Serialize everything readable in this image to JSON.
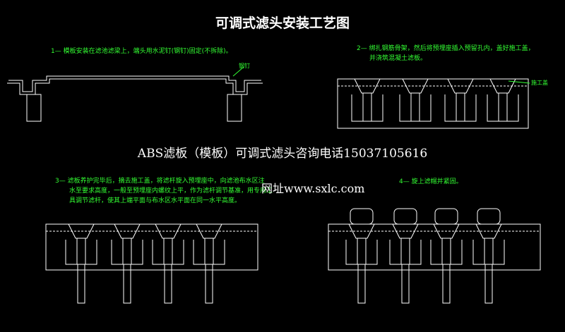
{
  "title": "可调式滤头安装工艺图",
  "steps": [
    {
      "lines": [
        "1— 模板安装在滤池滤梁上，端头用水泥钉(钢钉)固定(不拆除)。"
      ]
    },
    {
      "lines": [
        "2— 绑扎钢筋骨架，然后将预埋座插入预留孔内，盖好施工盖，",
        "并浇筑混凝土滤板。"
      ]
    },
    {
      "lines": [
        "3— 滤板养护完毕后，摘去施工盖，将滤杆旋入预埋座中，向滤池布水区注",
        "水至要求高度，一般至预埋座内螺纹上平，作为滤杆调节基准，用专用工",
        "具调节滤杆，使其上端平面与布水区水平面在同一水平高度。"
      ]
    },
    {
      "lines": [
        "4— 旋上滤帽并紧固。"
      ]
    }
  ],
  "labels": {
    "nail": "钢钉",
    "cover": "施工盖"
  },
  "ad": "ABS滤板（模板）可调式滤头咨询电话15037105616",
  "website": "网址www.sxlc.com",
  "colors": {
    "text": "#33ff33",
    "lines": "#ffffff"
  }
}
